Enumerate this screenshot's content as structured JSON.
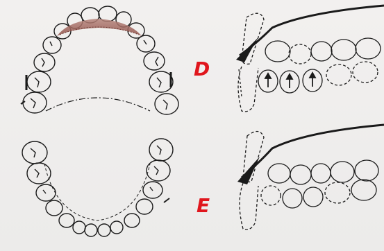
{
  "labels": {
    "d": "D",
    "e": "E"
  },
  "colors": {
    "label": "#e0161d",
    "line": "#1a1a1a",
    "gingiva": "#9a5a52",
    "background": "#efedec"
  },
  "arrow_count": 3,
  "icons": {
    "upper_arch": "upper-dental-arch-icon",
    "lower_arch": "lower-dental-arch-icon",
    "profile_d": "dental-profile-with-arrows-icon",
    "profile_e": "dental-profile-icon"
  }
}
